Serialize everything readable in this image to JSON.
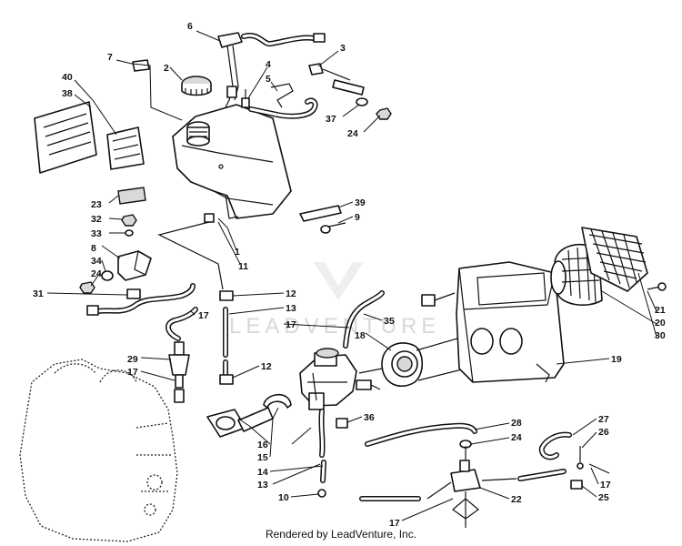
{
  "diagram": {
    "watermark": "LEADVENTURE",
    "footer": "Rendered by LeadVenture, Inc.",
    "callouts": {
      "c1": "1",
      "c2": "2",
      "c3": "3",
      "c4": "4",
      "c5": "5",
      "c6": "6",
      "c7": "7",
      "c8": "8",
      "c9": "9",
      "c10": "10",
      "c11": "11",
      "c12a": "12",
      "c12b": "12",
      "c13a": "13",
      "c13b": "13",
      "c14": "14",
      "c15": "15",
      "c16": "16",
      "c17a": "17",
      "c17b": "17",
      "c17c": "17",
      "c17d": "17",
      "c17e": "17",
      "c18": "18",
      "c19": "19",
      "c20": "20",
      "c21": "21",
      "c22": "22",
      "c23": "23",
      "c24a": "24",
      "c24b": "24",
      "c24c": "24",
      "c25": "25",
      "c26": "26",
      "c27": "27",
      "c28": "28",
      "c29": "29",
      "c30": "30",
      "c31": "31",
      "c32": "32",
      "c33": "33",
      "c34": "34",
      "c35": "35",
      "c36": "36",
      "c37": "37",
      "c38": "38",
      "c39": "39",
      "c40": "40"
    }
  }
}
